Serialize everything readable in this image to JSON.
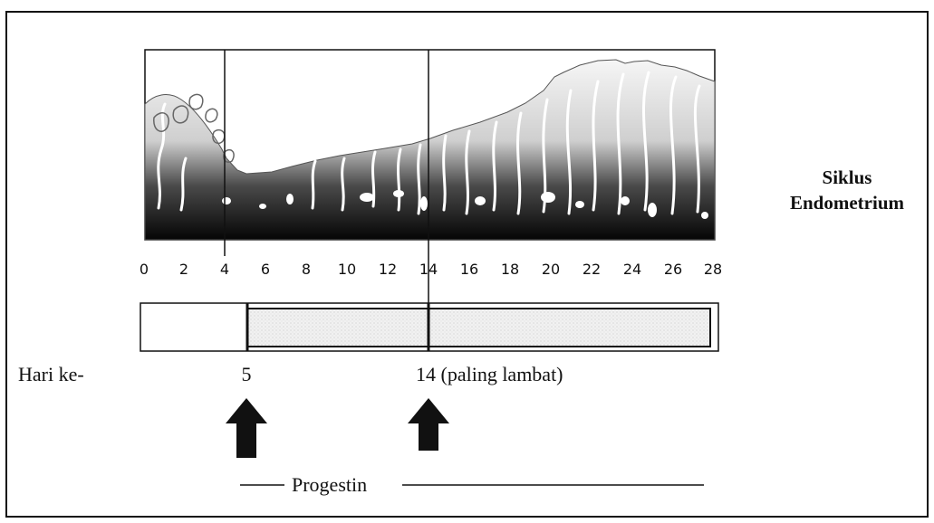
{
  "diagram": {
    "side_label": {
      "line1": "Siklus",
      "line2": "Endometrium"
    },
    "axis_ticks": [
      "0",
      "2",
      "4",
      "6",
      "8",
      "10",
      "12",
      "14",
      "16",
      "18",
      "20",
      "22",
      "24",
      "26",
      "28"
    ],
    "day_label": "Hari ke-",
    "marker_day5": "5",
    "marker_day14": "14 (paling lambat)",
    "progestin_label": "Progestin"
  }
}
